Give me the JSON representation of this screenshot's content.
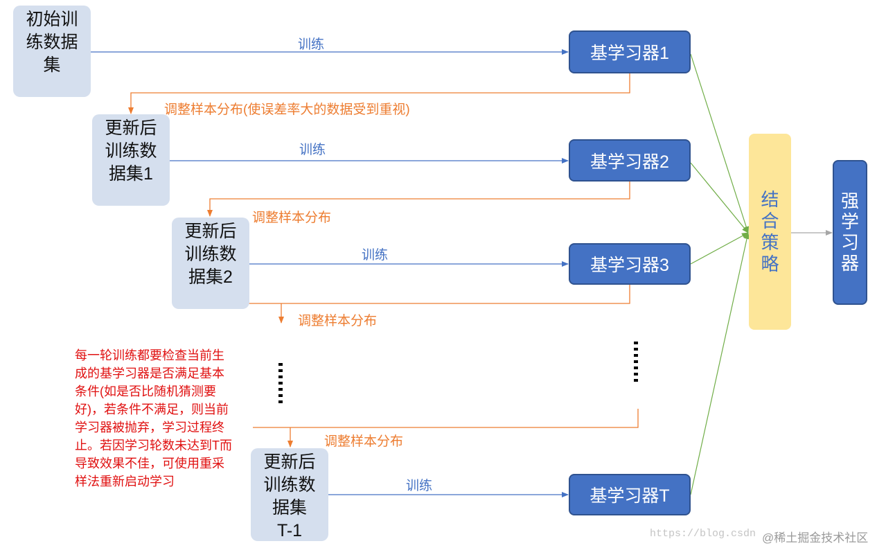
{
  "data_sets": [
    "初始训\n练数据\n集",
    "更新后\n训练数\n据集1",
    "更新后\n训练数\n据集2",
    "更新后\n训练数\n据集\nT-1"
  ],
  "learners": [
    "基学习器1",
    "基学习器2",
    "基学习器3",
    "基学习器T"
  ],
  "combine_label": "结\n合\n策\n略",
  "strong_label": "强\n学\n习\n器",
  "train_labels": [
    "训练",
    "训练",
    "训练",
    "训练"
  ],
  "adjust_labels": [
    "调整样本分布(使误差率大的数据受到重视)",
    "调整样本分布",
    "调整样本分布",
    "调整样本分布"
  ],
  "note": "每一轮训练都要检查当前生成的基学习器是否满足基本条件(如是否比随机猜测要好)，若条件不满足，则当前学习器被抛弃，学习过程终止。若因学习轮数未达到T而导致效果不佳，可使用重采样法重新启动学习",
  "watermark_url": "https://blog.csdn",
  "watermark_site": "@稀土掘金技术社区",
  "colors": {
    "train_arrow": "#4472c4",
    "adjust_arrow": "#ed7d31",
    "combine_arrow": "#70ad47",
    "output_arrow": "#a6a6a6",
    "note_text": "#e01010"
  }
}
